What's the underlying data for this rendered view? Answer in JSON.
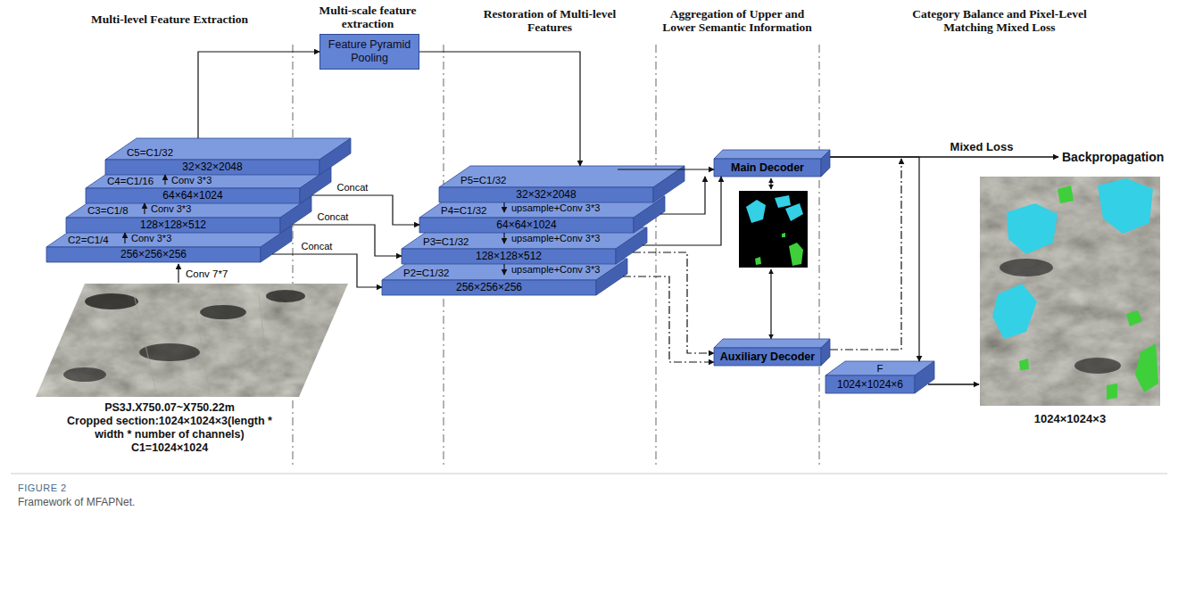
{
  "diagram": {
    "caption": "Framework of MFAPNet.",
    "nodes": [
      {
        "text": [
          "Feature Pyramid Pooling"
        ]
      },
      {
        "text": [
          "C5=C1/32",
          "32×32×2048"
        ]
      },
      {
        "text": [
          "C4=C1/16",
          "64×64×1024"
        ]
      },
      {
        "text": [
          "C3=C1/8",
          "128×128×512"
        ]
      },
      {
        "text": [
          "C2=C1/4",
          "256×256×256"
        ]
      },
      {
        "text": [
          "P5=C1/32",
          "32×32×2048"
        ]
      },
      {
        "text": [
          "P4=C1/32",
          "64×64×1024"
        ]
      },
      {
        "text": [
          "P3=C1/32",
          "128×128×512"
        ]
      },
      {
        "text": [
          "P2=C1/32",
          "256×256×256"
        ]
      },
      {
        "text": [
          "Main Decoder"
        ]
      },
      {
        "text": [
          "Auxiliary Decoder"
        ]
      },
      {
        "text": [
          "F",
          "1024×1024×6"
        ]
      }
    ],
    "edges": [
      {
        "from": 4,
        "to": 3,
        "label": "Conv 3*3",
        "arrow": "to"
      },
      {
        "from": 3,
        "to": 2,
        "label": "Conv 3*3",
        "arrow": "to"
      },
      {
        "from": 2,
        "to": 1,
        "label": "Conv 3*3",
        "arrow": "to"
      },
      {
        "from": 1,
        "to": 0,
        "arrow": "to"
      },
      {
        "from": 0,
        "to": 5,
        "arrow": "to"
      },
      {
        "from": 2,
        "to": 6,
        "label": "Concat",
        "arrow": "to"
      },
      {
        "from": 3,
        "to": 7,
        "label": "Concat",
        "arrow": "to"
      },
      {
        "from": 4,
        "to": 8,
        "label": "Concat",
        "arrow": "to"
      },
      {
        "from": 5,
        "to": 6,
        "label": "upsample+Conv 3*3",
        "arrow": "to"
      },
      {
        "from": 6,
        "to": 7,
        "label": "upsample+Conv 3*3",
        "arrow": "to"
      },
      {
        "from": 7,
        "to": 8,
        "label": "upsample+Conv 3*3",
        "arrow": "to"
      },
      {
        "from": 5,
        "to": 9,
        "arrow": "to"
      },
      {
        "from": 6,
        "to": 9,
        "arrow": "to"
      },
      {
        "from": 7,
        "to": 9,
        "arrow": "to"
      },
      {
        "from": 7,
        "to": 10,
        "arrow": "to"
      },
      {
        "from": 8,
        "to": 10,
        "arrow": "to"
      },
      {
        "from": 9,
        "to": 11,
        "arrow": "to"
      }
    ],
    "labels": [
      "Multi-level Feature Extraction",
      "Multi-scale feature extraction",
      "Restoration of Multi-level Features",
      "Aggregation of Upper and Lower Semantic Information",
      "Category Balance and Pixel-Level Matching Mixed Loss",
      "Conv 7*7",
      "Mixed Loss",
      "Backpropagation",
      "1024×1024×3",
      "PS3J.X750.07~X750.22m",
      "Cropped section:1024×1024×3(length * width * number of channels)",
      "C1=1024×1024",
      "FIGURE 2"
    ]
  }
}
